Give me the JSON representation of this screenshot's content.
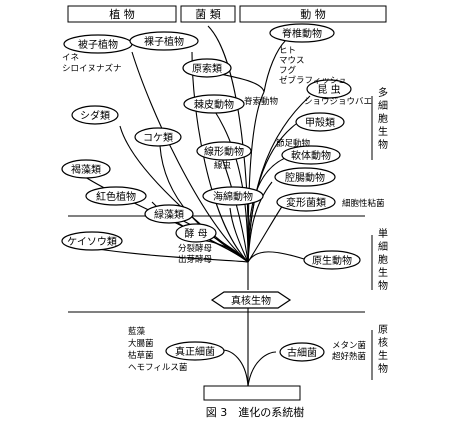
{
  "headers": {
    "plants": "植 物",
    "fungi": "菌 類",
    "animals": "動 物"
  },
  "side_labels": {
    "multicellular": "多細胞生物",
    "unicellular": "単細胞生物",
    "prokaryote": "原核生物"
  },
  "nodes": {
    "gymnosperm": "裸子植物",
    "angiosperm": "被子植物",
    "fern": "シダ類",
    "moss": "コケ類",
    "brown_algae": "褐藻類",
    "red_algae": "紅色植物",
    "green_algae": "緑藻類",
    "diatom": "ケイソウ類",
    "yeast": "酵 母",
    "chordata": "脊椎動物",
    "protochordata": "原索類",
    "echinoderm": "棘皮動物",
    "insect": "昆 虫",
    "crustacea": "甲殻類",
    "nematode": "線形動物",
    "mollusk": "軟体動物",
    "cnidaria": "腔腸動物",
    "sponge": "海綿動物",
    "amoeba": "変形菌類",
    "protozoa": "原生動物",
    "eukaryote": "真核生物",
    "eubacteria": "真正細菌",
    "archaea": "古細菌"
  },
  "annotations": {
    "angiosperm_examples": [
      "イネ",
      "シロイヌナズナ"
    ],
    "chordata_examples": [
      "ヒト",
      "マウス",
      "フグ",
      "ゼブラフィッシュ"
    ],
    "drosophila": "ショウジョウバエ",
    "chordates_label": "脊索動物",
    "arthropod": "節足動物",
    "nematode_example": "線虫",
    "slime_mold": "細胞性粘菌",
    "yeast_examples": [
      "分裂酵母",
      "出芽酵母"
    ],
    "bacteria_examples": [
      "藍藻",
      "大腸菌",
      "枯草菌",
      "ヘモフィルス菌"
    ],
    "archaea_examples": [
      "メタン菌",
      "超好熱菌"
    ]
  },
  "caption": "図 3　進化の系統樹"
}
